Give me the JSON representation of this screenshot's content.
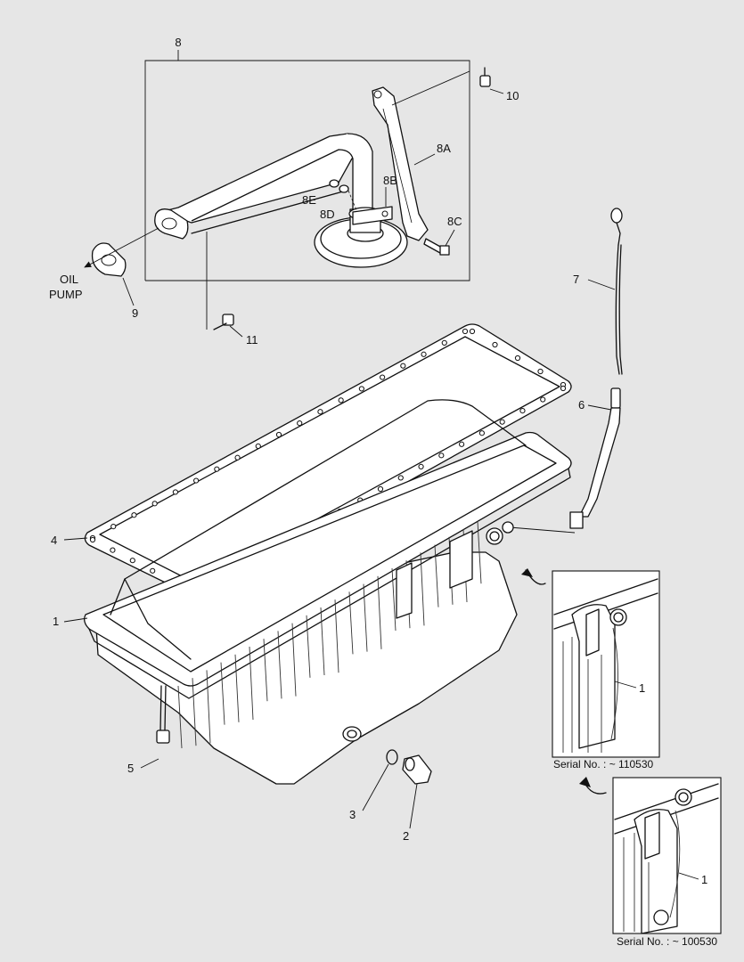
{
  "callouts": {
    "c8": "8",
    "c8A": "8A",
    "c8B": "8B",
    "c8C": "8C",
    "c8D": "8D",
    "c8E": "8E",
    "c10": "10",
    "c9": "9",
    "c11": "11",
    "c7": "7",
    "c6": "6",
    "c4": "4",
    "c1": "1",
    "c5": "5",
    "c3": "3",
    "c2": "2",
    "c1_detail_a": "1",
    "c1_detail_b": "1"
  },
  "text": {
    "oil": "OIL",
    "pump": "PUMP",
    "serial_a": "Serial No. : ~ 110530",
    "serial_b": "Serial No. : ~ 100530"
  },
  "colors": {
    "background": "#e6e6e6",
    "line": "#111111",
    "fill": "#ffffff"
  }
}
